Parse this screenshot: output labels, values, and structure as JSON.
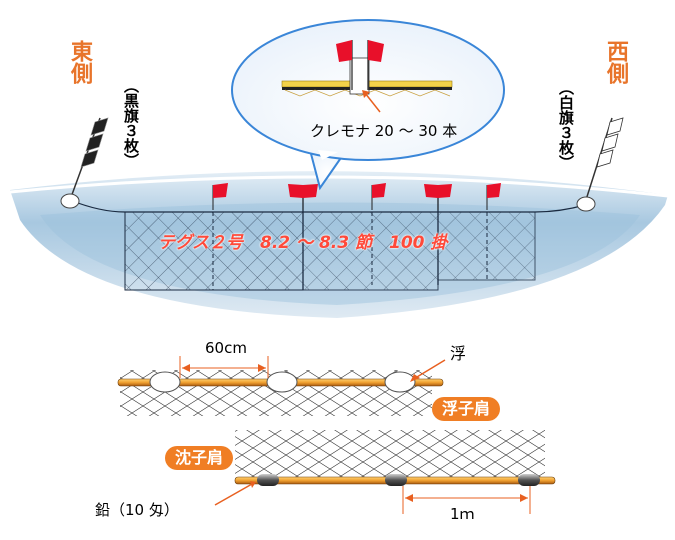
{
  "labels": {
    "east_title": "東側",
    "east_flag_note": "（黒旗３枚）",
    "west_title": "西側",
    "west_flag_note": "（白旗３枚）",
    "cremona": "クレモナ 20 ～ 30 本",
    "net_spec": "テグス２号　8.2 ～ 8.3 節　100 掛",
    "spacing_float": "60cm",
    "float": "浮",
    "float_rope": "浮子肩",
    "sinker_rope": "沈子肩",
    "sinker": "鉛（10 匁）",
    "spacing_sinker": "1ｍ"
  },
  "colors": {
    "accent_orange": "#f07e24",
    "title_orange": "#e8742a",
    "flag_red": "#e8102a",
    "rope": "#f0a030",
    "water": "#b8d6ea",
    "net_line": "#1a2a40"
  },
  "icons": {
    "east_flags": "black-flag-icon",
    "west_flags": "white-flag-icon",
    "net_flags": "red-flag-icon",
    "buoy": "float-icon",
    "sinker": "lead-sinker-icon"
  }
}
